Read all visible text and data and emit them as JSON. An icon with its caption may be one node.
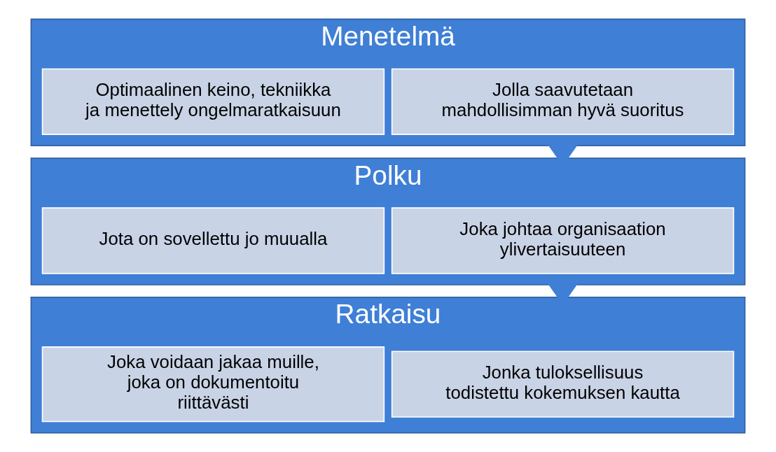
{
  "diagram": {
    "nodes": [
      {
        "text": [
          "Menetelmä"
        ]
      },
      {
        "text": [
          "Jolla saavutetaan mahdollisimman hyvä suoritus"
        ],
        "in": 0
      },
      {
        "text": [
          "Optimaalinen keino, tekniikka ja menettely ongelmaratkaisuun"
        ],
        "in": 0
      },
      {
        "text": [
          "Polku"
        ]
      },
      {
        "text": [
          "Joka johtaa organisaation ylivertaisuuteen"
        ],
        "in": 3
      },
      {
        "text": [
          "Jota on sovellettu jo muualla"
        ],
        "in": 3
      },
      {
        "text": [
          "Ratkaisu"
        ]
      },
      {
        "text": [
          "Jonka tuloksellisuus todistettu kokemuksen kautta"
        ],
        "in": 6
      },
      {
        "text": [
          "Joka voidaan jakaa muille, joka on dokumentoitu riittävästi"
        ],
        "in": 6
      }
    ],
    "edges": [
      {
        "from": 0,
        "to": 3,
        "arrow": "to",
        "style": "thick"
      },
      {
        "from": 3,
        "to": 6,
        "arrow": "to",
        "style": "thick"
      }
    ]
  }
}
